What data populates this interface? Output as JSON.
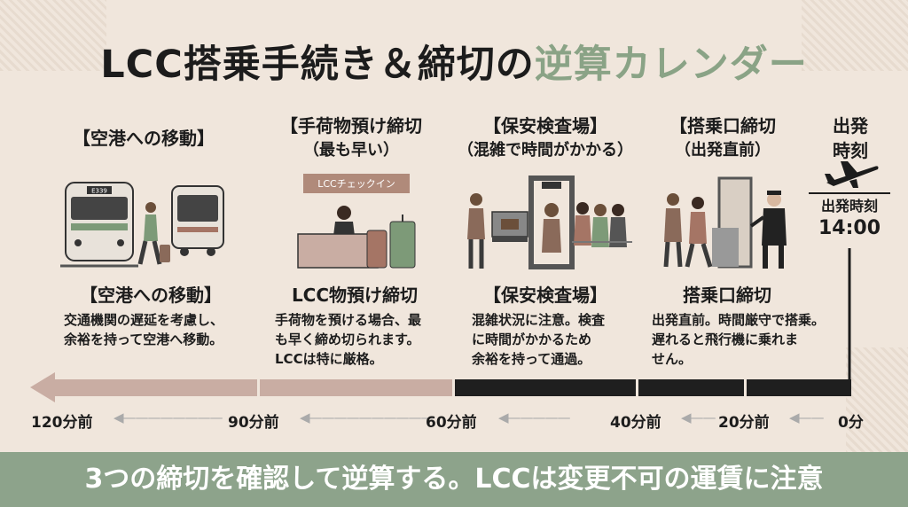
{
  "title": {
    "main": "LCC搭乗手続き＆締切の",
    "accent": "逆算カレンダー"
  },
  "stages": [
    {
      "heading": "【空港への移動】",
      "heading_sub": "",
      "scene_title": "【空港への移動】",
      "description": "交通機関の遅延を考慮し、\n余裕を持って空港へ移動。"
    },
    {
      "heading": "【手荷物預け締切",
      "heading_sub": "（最も早い）",
      "scene_title": "LCC物預け締切",
      "description": "手荷物を預ける場合、最\nも早く締め切られます。\nLCCは特に厳格。"
    },
    {
      "heading": "【保安検査場】",
      "heading_sub": "（混雑で時間がかかる）",
      "scene_title": "【保安検査場】",
      "description": "混雑状況に注意。検査\nに時間がかかるため\n余裕を持って通過。"
    },
    {
      "heading": "【搭乗口締切",
      "heading_sub": "（出発直前）",
      "scene_title": "搭乗口締切",
      "description": "出発直前。時間厳守で搭乗。\n遅れると飛行機に乗れま\nせん。"
    }
  ],
  "train_number": "E339",
  "checkin_sign": "LCCチェックイン",
  "departure": {
    "heading": "出発\n時刻",
    "time_label": "出発時刻",
    "time_value": "14:00"
  },
  "axis": [
    "120分前",
    "90分前",
    "60分前",
    "40分前",
    "20分前",
    "0分"
  ],
  "footer": "3つの締切を確認して逆算する。LCCは変更不可の運賃に注意",
  "colors": {
    "background": "#f0e6dc",
    "accent": "#8aa386",
    "bar_light": "#c9ada3",
    "bar_dark": "#1f1f1f",
    "footer": "#8da38b"
  }
}
